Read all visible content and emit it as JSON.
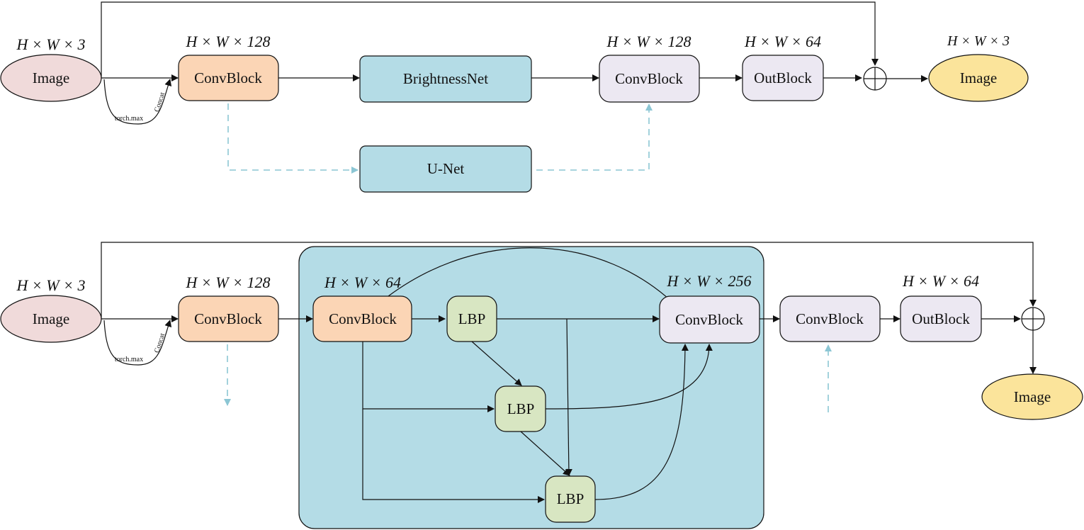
{
  "colors": {
    "image_in": "#f0dada",
    "image_out": "#fbe49b",
    "convblock_orange": "#fbd5b5",
    "net_blue": "#b4dce6",
    "convblock_light": "#ece8f2",
    "lbp_green": "#d8e6c2",
    "container_blue": "#b4dce6",
    "dashed_arrow": "#8cc6d4"
  },
  "top": {
    "input_dim": "H × W × 3",
    "input_label": "Image",
    "torch_max": "torch.max",
    "concat": "Concat",
    "conv1_dim": "H × W × 128",
    "conv1_label": "ConvBlock",
    "brightness_label": "BrightnessNet",
    "unet_label": "U-Net",
    "conv2_dim": "H × W × 128",
    "conv2_label": "ConvBlock",
    "out_dim": "H × W × 64",
    "out_label": "OutBlock",
    "output_dim": "H × W × 3",
    "output_label": "Image"
  },
  "bottom": {
    "input_dim": "H × W × 3",
    "input_label": "Image",
    "torch_max": "torch.max",
    "concat": "Concat",
    "conv1_dim": "H × W × 128",
    "conv1_label": "ConvBlock",
    "inner_conv_dim": "H × W × 64",
    "inner_conv_label": "ConvBlock",
    "lbp1_label": "LBP",
    "lbp2_label": "LBP",
    "lbp3_label": "LBP",
    "merge_dim": "H × W × 256",
    "merge_label": "ConvBlock",
    "conv3_label": "ConvBlock",
    "out_dim": "H × W × 64",
    "out_label": "OutBlock",
    "output_label": "Image"
  }
}
